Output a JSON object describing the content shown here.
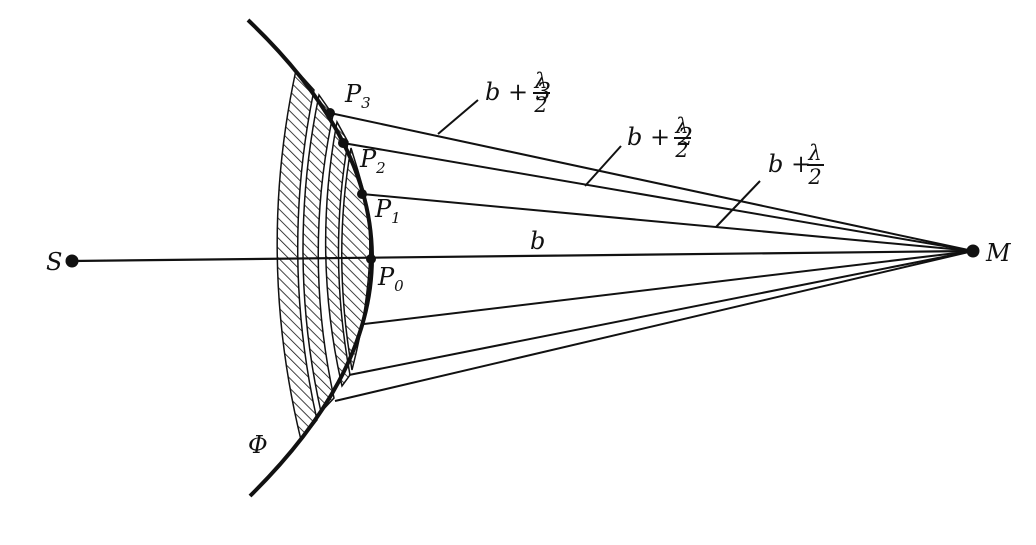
{
  "labels": {
    "source": "S",
    "observer": "M",
    "wavefront": "Φ",
    "p_letter": "P",
    "p0_sub": "0",
    "p1_sub": "1",
    "p2_sub": "2",
    "p3_sub": "3",
    "b0": "b",
    "b1_prefix": "b +",
    "b2_prefix": "b + 2",
    "b3_prefix": "b + 3",
    "lambda": "λ",
    "two": "2"
  },
  "colors": {
    "ink": "#111111",
    "background": "#ffffff"
  }
}
